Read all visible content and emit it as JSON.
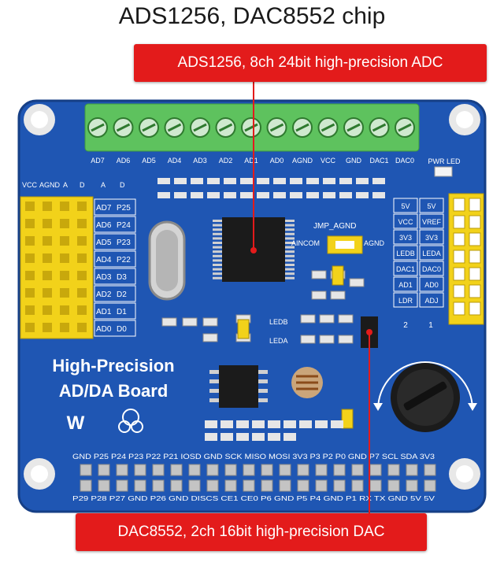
{
  "title": "ADS1256, DAC8552 chip",
  "callouts": {
    "adc": "ADS1256, 8ch 24bit high-precision ADC",
    "dac": "DAC8552, 2ch 16bit high-precision DAC"
  },
  "board": {
    "name_line1": "High-Precision",
    "name_line2": "AD/DA Board",
    "terminal_labels": [
      "AD7",
      "AD6",
      "AD5",
      "AD4",
      "AD3",
      "AD2",
      "AD1",
      "AD0",
      "AGND",
      "VCC",
      "GND",
      "DAC1",
      "DAC0"
    ],
    "pwr_led": "PWR LED",
    "left_header": [
      "VCC",
      "AGND",
      "A",
      "D",
      "A",
      "D"
    ],
    "left_pins": [
      [
        "AD7",
        "P25"
      ],
      [
        "AD6",
        "P24"
      ],
      [
        "AD5",
        "P23"
      ],
      [
        "AD4",
        "P22"
      ],
      [
        "AD3",
        "D3"
      ],
      [
        "AD2",
        "D2"
      ],
      [
        "AD1",
        "D1"
      ],
      [
        "AD0",
        "D0"
      ]
    ],
    "jmp_agnd": "JMP_AGND",
    "aincom": "AINCOM",
    "agnd": "AGND",
    "right_pins": [
      [
        "5V",
        "5V"
      ],
      [
        "VCC",
        "VREF"
      ],
      [
        "3V3",
        "3V3"
      ],
      [
        "LEDB",
        "LEDA"
      ],
      [
        "DAC1",
        "DAC0"
      ],
      [
        "AD1",
        "AD0"
      ],
      [
        "LDR",
        "ADJ"
      ]
    ],
    "right_numbers": [
      "2",
      "1"
    ],
    "ledb": "LEDB",
    "leda": "LEDA",
    "gpio_top": "GND P25 P24 P23 P22 P21 IOSD GND SCK MISO MOSI 3V3 P3 P2 P0 GND P7 SCL SDA 3V3",
    "gpio_bottom": "P29 P28 P27 GND P26 GND DISCS CE1 CE0 P6 GND P5 P4 GND P1 RX TX GND 5V 5V",
    "logo": "W"
  },
  "colors": {
    "pcb": "#1f56b3",
    "terminal": "#5ec25e",
    "header_pins": "#f2d21a",
    "callout": "#e31b1b"
  }
}
